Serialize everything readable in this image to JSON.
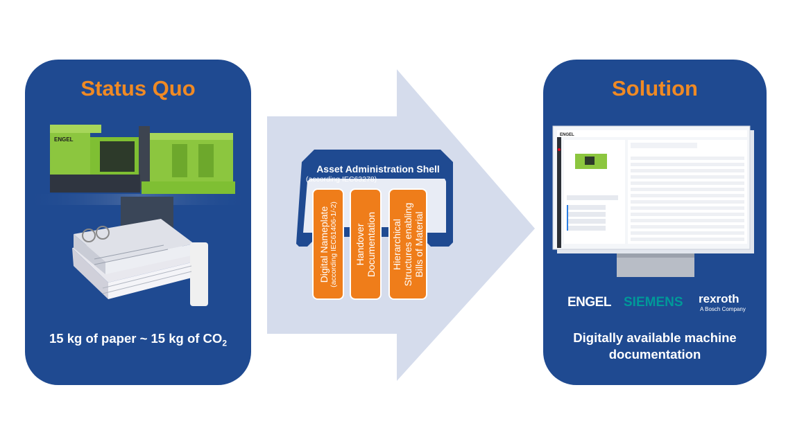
{
  "left_panel": {
    "title": "Status Quo",
    "machine_brand": "ENGEL",
    "caption_main": "15 kg of paper ~ 15 kg of CO",
    "caption_sub": "2"
  },
  "center": {
    "shell_title": "Asset Administration Shell",
    "shell_subtitle": "(according IEC63278)",
    "modules": [
      {
        "label": "Digital Nameplate",
        "sub": "(according IEC61406-1/-2)"
      },
      {
        "label_line1": "Handover",
        "label_line2": "Documentation"
      },
      {
        "label_line1": "Hierarchical",
        "label_line2": "Structures enabling",
        "label_line3": "Bills of Material"
      }
    ]
  },
  "right_panel": {
    "title": "Solution",
    "caption_line1": "Digitally available machine",
    "caption_line2": "documentation",
    "logos": {
      "engel": "ENGEL",
      "siemens": "SIEMENS",
      "rexroth": "rexroth",
      "rexroth_sub": "A Bosch Company"
    }
  },
  "colors": {
    "panel_blue": "#1f4a91",
    "accent_orange": "#ef7d1a",
    "title_orange": "#f08a24",
    "arrow_fill": "#d5dcec",
    "machine_green": "#8cc63f",
    "siemens_teal": "#009999",
    "rexroth_red": "#e2001a"
  }
}
